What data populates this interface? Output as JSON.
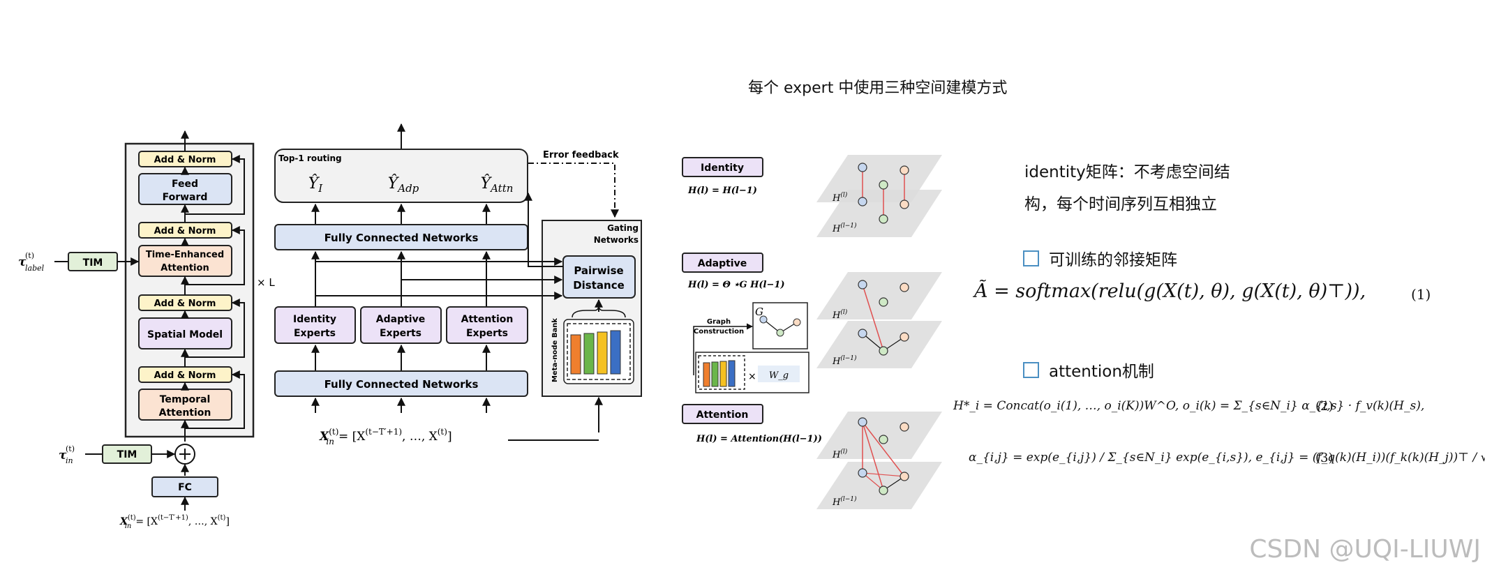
{
  "heading": "每个 expert 中使用三种空间建模方式",
  "left_model": {
    "add_norm_label": "Add & Norm",
    "feed_forward": "Feed Forward",
    "time_enhanced_attention": "Time-Enhanced Attention",
    "spatial_model": "Spatial Model",
    "temporal_attention": "Temporal Attention",
    "tim": "TIM",
    "fc": "FC",
    "repeat": "× L",
    "tau_label": "τ(t) label",
    "tau_in": "τ(t) in",
    "x_in": "X(t) in = [X(t−T′+1), …, X(t)]"
  },
  "moe": {
    "top1_routing": "Top-1 routing",
    "error_feedback": "Error feedback",
    "outputs": [
      "Ŷ_I",
      "Ŷ_Adp",
      "Ŷ_Attn"
    ],
    "fc_networks": "Fully Connected Networks",
    "experts": [
      "Identity Experts",
      "Adaptive Experts",
      "Attention Experts"
    ],
    "gating_networks": "Gating Networks",
    "pairwise_distance": "Pairwise Distance",
    "meta_node_bank": "Meta-node Bank",
    "x_in": "X(t) in = [X(t−T′+1), …, X(t)]"
  },
  "graphs": {
    "identity_label": "Identity",
    "identity_eq": "H(l) = H(l−1)",
    "adaptive_label": "Adaptive",
    "adaptive_eq": "H(l) = Θ ⋆G H(l−1)",
    "graph_construction": "Graph Construction",
    "g_symbol": "G",
    "weight_symbol": "W_g",
    "times": "×",
    "attention_label": "Attention",
    "attention_eq": "H(l) = Attention(H(l−1))",
    "layer_top": "H(l)",
    "layer_bottom": "H(l−1)"
  },
  "notes": {
    "identity_line1": "identity矩阵：不考虑空间结",
    "identity_line2": "构，每个时间序列互相独立",
    "trainable": "可训练的邻接矩阵",
    "attention": "attention机制"
  },
  "equations": {
    "eq1": "Ã = softmax(relu(g(X(t), θ), g(X(t), θ)⊤)),",
    "eq1_num": "(1)",
    "eq2": "H*_i = Concat(o_i(1), …, o_i(K))W^O,   o_i(k) = Σ_{s∈N_i} α_{i,s} · f_v(k)(H_s),",
    "eq2_num": "(2)",
    "eq3": "α_{i,j} = exp(e_{i,j}) / Σ_{s∈N_i} exp(e_{i,s}),   e_{i,j} = (f_q(k)(H_i))(f_k(k)(H_j))⊤ / √d_k,",
    "eq3_num": "(3)"
  },
  "watermark": "CSDN @UQI-LIUWJ",
  "colors": {
    "add_norm": "#fdf3c9",
    "blue_box": "#dbe4f4",
    "peach_box": "#fbe3d2",
    "purple_box": "#ece2f7",
    "tim_box": "#e2f0d9",
    "panel": "#eeeeee",
    "checkbox": "#4a8fc2",
    "node_blue": "#c6d7ef",
    "node_green": "#cfe9c6",
    "node_orange": "#fbdcc4",
    "edge_red": "#e05050"
  }
}
